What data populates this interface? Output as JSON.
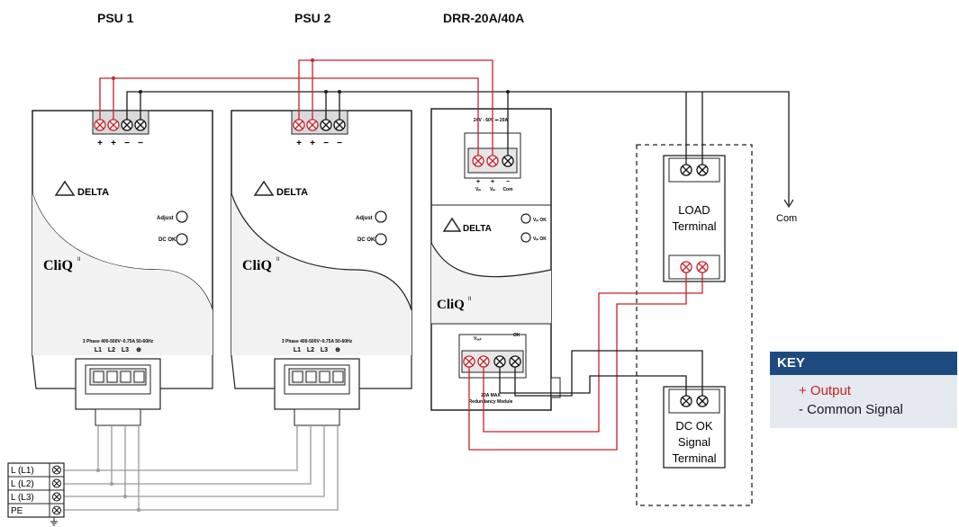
{
  "headers": {
    "psu1": "PSU 1",
    "psu2": "PSU 2",
    "drr": "DRR-20A/40A"
  },
  "psu": {
    "top_marks": [
      "+",
      "+",
      "−",
      "−"
    ],
    "brand": "DELTA",
    "series": "CliQ",
    "superscript": "II",
    "adjust_label": "Adjust",
    "dc_ok_label": "DC OK",
    "input_rating": "3 Phase 400-500V~0.75A 50-60Hz",
    "input_terminals": [
      "L1",
      "L2",
      "L3",
      "⊕"
    ]
  },
  "drr": {
    "top_rating": "24V - 60V ⎓ 20A",
    "in_labels": [
      "Vᵢₙ",
      "Vᵢₙ",
      "Com"
    ],
    "in_signs": [
      "+",
      "+",
      "−"
    ],
    "vin1_ok": "Vᵢₙ OK",
    "vin2_ok": "Vᵢₙ OK",
    "out_label": "Vₒᵤₜ",
    "ok_label": "OK",
    "max_label": "20A MAX",
    "module_label": "Redundancy Module"
  },
  "load_terminal": {
    "line1": "LOAD",
    "line2": "Terminal"
  },
  "dcok_terminal": {
    "line1": "DC OK",
    "line2": "Signal",
    "line3": "Terminal"
  },
  "com_label": "Com",
  "mains_labels": [
    "L (L1)",
    "L (L2)",
    "L (L3)",
    "PE"
  ],
  "key": {
    "title": "KEY",
    "output": "+ Output",
    "common": "- Common Signal"
  },
  "colors": {
    "red": "#c8202a",
    "black": "#1a1a1a",
    "gray": "#9a9a9a",
    "key_header": "#1e4b7f",
    "key_bg": "#e4eaef"
  }
}
